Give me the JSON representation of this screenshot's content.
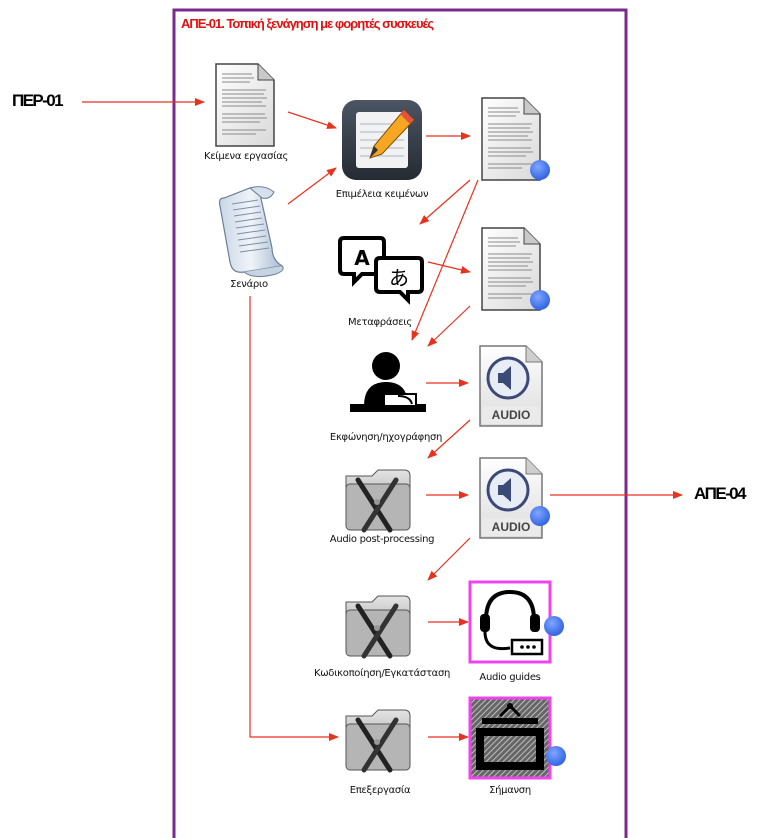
{
  "panel": {
    "title": "ΑΠΕ-01. Τοπική ξενάγηση με φορητές συσκευές",
    "border_color": "#7a2a8c"
  },
  "external": {
    "input": "ΠΕΡ-01",
    "output": "ΑΠΕ-04"
  },
  "nodes": {
    "work_texts": "Κείμενα εργασίας",
    "script": "Σενάριο",
    "text_editing": "Επιμέλεια κειμένων",
    "translations": "Μεταφράσεις",
    "narration": "Εκφώνηση/ηχογράφηση",
    "audio_post": "Audio post-processing",
    "encoding": "Κωδικοποίηση/Εγκατάσταση",
    "processing": "Επεξεργασία",
    "audio_guides": "Audio guides",
    "signage": "Σήμανση"
  },
  "icons": {
    "audio_file_label": "AUDIO",
    "translate_glyph_a": "A",
    "translate_glyph_b": "あ"
  },
  "colors": {
    "arrow": "#e8321e",
    "highlight_frame": "#ee44ee",
    "badge": "#3a6fe8"
  }
}
